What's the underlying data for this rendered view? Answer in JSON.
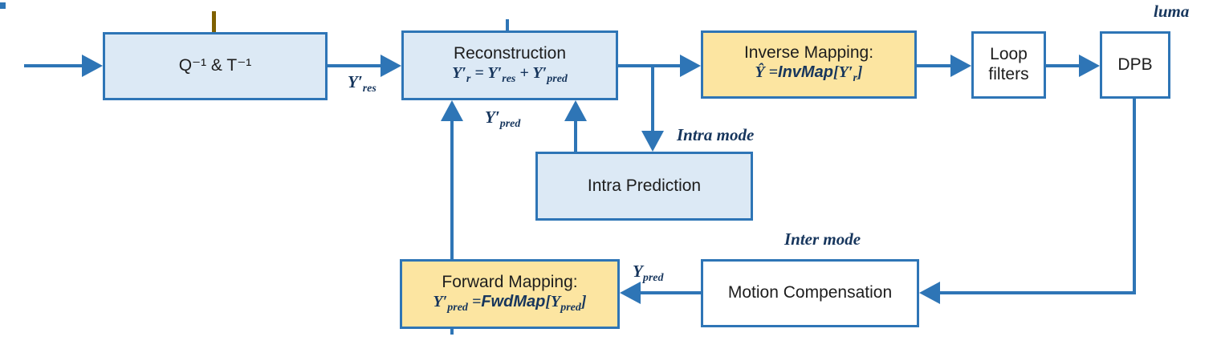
{
  "diagram": {
    "boxes": {
      "inverse_qt": {
        "label": "Q⁻¹ & T⁻¹"
      },
      "reconstruction": {
        "title": "Reconstruction",
        "formula": [
          "Y′",
          "r",
          " = Y′",
          "res",
          " + Y′",
          "pred"
        ]
      },
      "inverse_mapping": {
        "title": "Inverse Mapping:",
        "formula": [
          "Ŷ =",
          "InvMap",
          "[Y′",
          "r",
          "]"
        ]
      },
      "loop_filters": {
        "label": "Loop filters"
      },
      "dpb": {
        "label": "DPB"
      },
      "intra_prediction": {
        "label": "Intra Prediction"
      },
      "motion_compensation": {
        "label": "Motion Compensation"
      },
      "forward_mapping": {
        "title": "Forward Mapping:",
        "formula": [
          "Y′",
          "pred",
          " =",
          "FwdMap",
          "[Y",
          "pred",
          "]"
        ]
      }
    },
    "labels": {
      "y_res": {
        "base": "Y′",
        "sub": "res"
      },
      "y_pred_mapped": {
        "base": "Y′",
        "sub": "pred"
      },
      "y_pred": {
        "base": "Y",
        "sub": "pred"
      },
      "intra_mode": "Intra mode",
      "inter_mode": "Inter mode",
      "luma": "luma"
    },
    "colors": {
      "line_blue": "#2E75B6",
      "fill_light_blue": "#DCE9F5",
      "fill_yellow": "#FCE5A1",
      "fill_white": "#FFFFFF",
      "math_text": "#17365D",
      "olive_stub": "#7F6000"
    }
  }
}
